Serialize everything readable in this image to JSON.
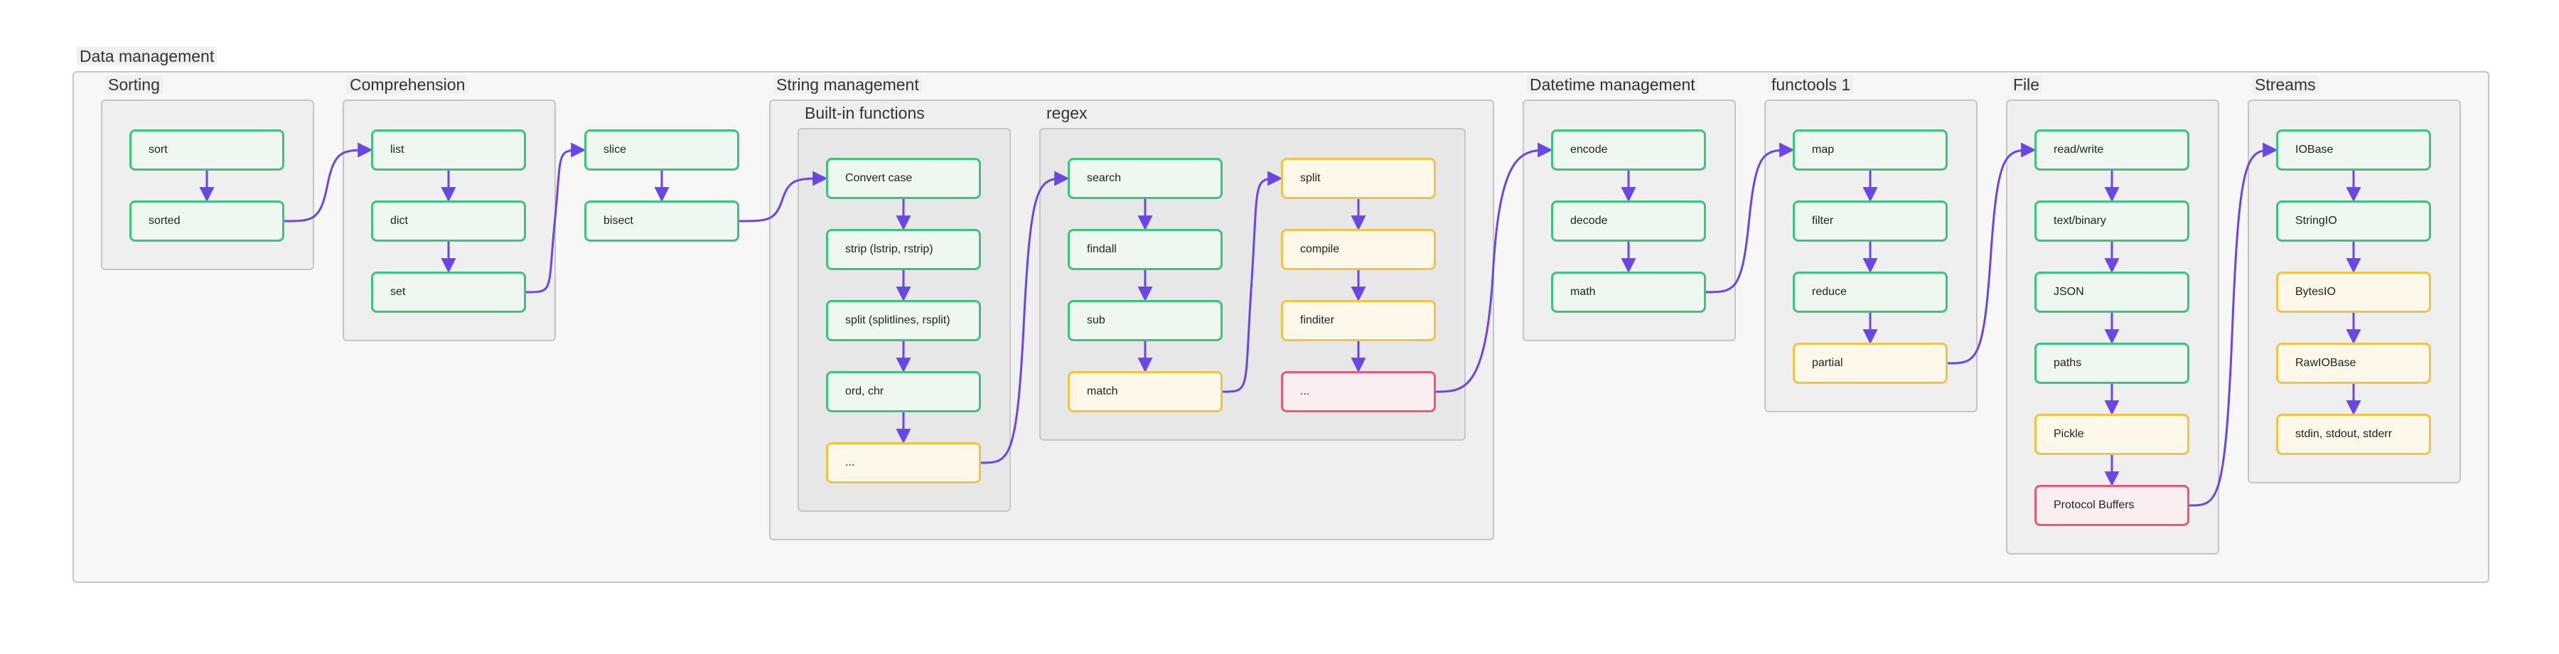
{
  "colors": {
    "edge": "#6b46e6",
    "green": "#3cc47c",
    "yellow": "#f2c443",
    "red": "#ea5a78"
  },
  "groups": {
    "data_management": "Data management",
    "sorting": "Sorting",
    "comprehension": "Comprehension",
    "string_management": "String management",
    "builtin_functions": "Built-in functions",
    "regex": "regex",
    "datetime_management": "Datetime management",
    "functools": "functools 1",
    "file": "File",
    "streams": "Streams"
  },
  "nodes": {
    "sort": {
      "label": "sort",
      "status": "green"
    },
    "sorted": {
      "label": "sorted",
      "status": "green"
    },
    "list": {
      "label": "list",
      "status": "green"
    },
    "dict": {
      "label": "dict",
      "status": "green"
    },
    "set": {
      "label": "set",
      "status": "green"
    },
    "slice": {
      "label": "slice",
      "status": "green"
    },
    "bisect": {
      "label": "bisect",
      "status": "green"
    },
    "convert_case": {
      "label": "Convert case",
      "status": "green"
    },
    "strip": {
      "label": "strip (lstrip, rstrip)",
      "status": "green"
    },
    "split_builtin": {
      "label": "split (splitlines, rsplit)",
      "status": "green"
    },
    "ord_chr": {
      "label": "ord, chr",
      "status": "green"
    },
    "builtin_more": {
      "label": "...",
      "status": "yellow"
    },
    "search": {
      "label": "search",
      "status": "green"
    },
    "findall": {
      "label": "findall",
      "status": "green"
    },
    "sub": {
      "label": "sub",
      "status": "green"
    },
    "match": {
      "label": "match",
      "status": "yellow"
    },
    "split_regex": {
      "label": "split",
      "status": "yellow"
    },
    "compile": {
      "label": "compile",
      "status": "yellow"
    },
    "finditer": {
      "label": "finditer",
      "status": "yellow"
    },
    "regex_more": {
      "label": "...",
      "status": "red"
    },
    "encode": {
      "label": "encode",
      "status": "green"
    },
    "decode": {
      "label": "decode",
      "status": "green"
    },
    "math": {
      "label": "math",
      "status": "green"
    },
    "map": {
      "label": "map",
      "status": "green"
    },
    "filter": {
      "label": "filter",
      "status": "green"
    },
    "reduce": {
      "label": "reduce",
      "status": "green"
    },
    "partial": {
      "label": "partial",
      "status": "yellow"
    },
    "read_write": {
      "label": "read/write",
      "status": "green"
    },
    "text_binary": {
      "label": "text/binary",
      "status": "green"
    },
    "json": {
      "label": "JSON",
      "status": "green"
    },
    "paths": {
      "label": "paths",
      "status": "green"
    },
    "pickle": {
      "label": "Pickle",
      "status": "yellow"
    },
    "protobuf": {
      "label": "Protocol Buffers",
      "status": "red"
    },
    "iobase": {
      "label": "IOBase",
      "status": "green"
    },
    "stringio": {
      "label": "StringIO",
      "status": "green"
    },
    "bytesio": {
      "label": "BytesIO",
      "status": "yellow"
    },
    "rawiobase": {
      "label": "RawIOBase",
      "status": "yellow"
    },
    "std_streams": {
      "label": "stdin, stdout, stderr",
      "status": "yellow"
    }
  },
  "edges": [
    [
      "sort",
      "sorted"
    ],
    [
      "sorted",
      "list"
    ],
    [
      "list",
      "dict"
    ],
    [
      "dict",
      "set"
    ],
    [
      "set",
      "slice"
    ],
    [
      "slice",
      "bisect"
    ],
    [
      "bisect",
      "convert_case"
    ],
    [
      "convert_case",
      "strip"
    ],
    [
      "strip",
      "split_builtin"
    ],
    [
      "split_builtin",
      "ord_chr"
    ],
    [
      "ord_chr",
      "builtin_more"
    ],
    [
      "builtin_more",
      "search"
    ],
    [
      "search",
      "findall"
    ],
    [
      "findall",
      "sub"
    ],
    [
      "sub",
      "match"
    ],
    [
      "match",
      "split_regex"
    ],
    [
      "split_regex",
      "compile"
    ],
    [
      "compile",
      "finditer"
    ],
    [
      "finditer",
      "regex_more"
    ],
    [
      "regex_more",
      "encode"
    ],
    [
      "encode",
      "decode"
    ],
    [
      "decode",
      "math"
    ],
    [
      "math",
      "map"
    ],
    [
      "map",
      "filter"
    ],
    [
      "filter",
      "reduce"
    ],
    [
      "reduce",
      "partial"
    ],
    [
      "partial",
      "read_write"
    ],
    [
      "read_write",
      "text_binary"
    ],
    [
      "text_binary",
      "json"
    ],
    [
      "json",
      "paths"
    ],
    [
      "paths",
      "pickle"
    ],
    [
      "pickle",
      "protobuf"
    ],
    [
      "protobuf",
      "iobase"
    ],
    [
      "iobase",
      "stringio"
    ],
    [
      "stringio",
      "bytesio"
    ],
    [
      "bytesio",
      "rawiobase"
    ],
    [
      "rawiobase",
      "std_streams"
    ]
  ]
}
